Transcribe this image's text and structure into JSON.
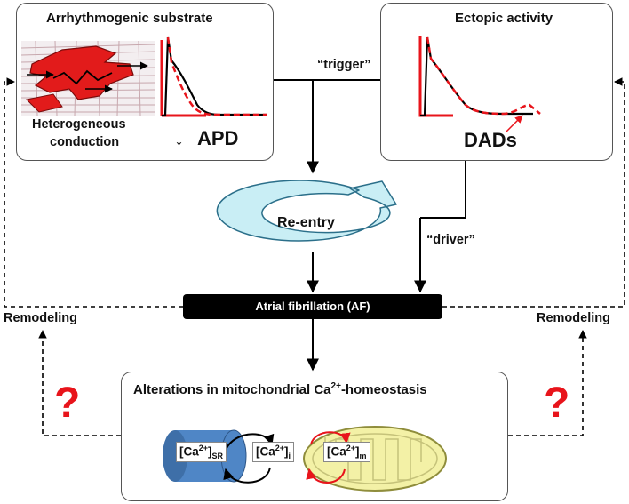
{
  "substrate": {
    "title": "Arrhythmogenic substrate",
    "hetero_line1": "Heterogeneous",
    "hetero_line2": "conduction",
    "apd_label": "APD",
    "apd_arrow": "↓"
  },
  "ectopic": {
    "title": "Ectopic activity",
    "dads_label": "DADs"
  },
  "arrows": {
    "trigger": "“trigger”",
    "driver": "“driver”"
  },
  "reentry": {
    "label": "Re-entry"
  },
  "af": {
    "label": "Atrial fibrillation (AF)"
  },
  "remodeling": {
    "left": "Remodeling",
    "right": "Remodeling"
  },
  "question": {
    "left": "?",
    "right": "?"
  },
  "mito": {
    "title_main": "Alterations in mitochondrial Ca",
    "title_sup": "2+",
    "title_end": "-homeostasis"
  },
  "ca": {
    "sr": {
      "base": "[Ca",
      "sup": "2+",
      "close": "]",
      "sub": "SR"
    },
    "i": {
      "base": "[Ca",
      "sup": "2+",
      "close": "]",
      "sub": "i"
    },
    "m": {
      "base": "[Ca",
      "sup": "2+",
      "close": "]",
      "sub": "m"
    }
  },
  "colors": {
    "red": "#e8141b",
    "black": "#000000",
    "cyan_fill": "#c9eef5",
    "sr_blue": "#4f86c6",
    "mito_yellow": "#f3f1a6"
  }
}
